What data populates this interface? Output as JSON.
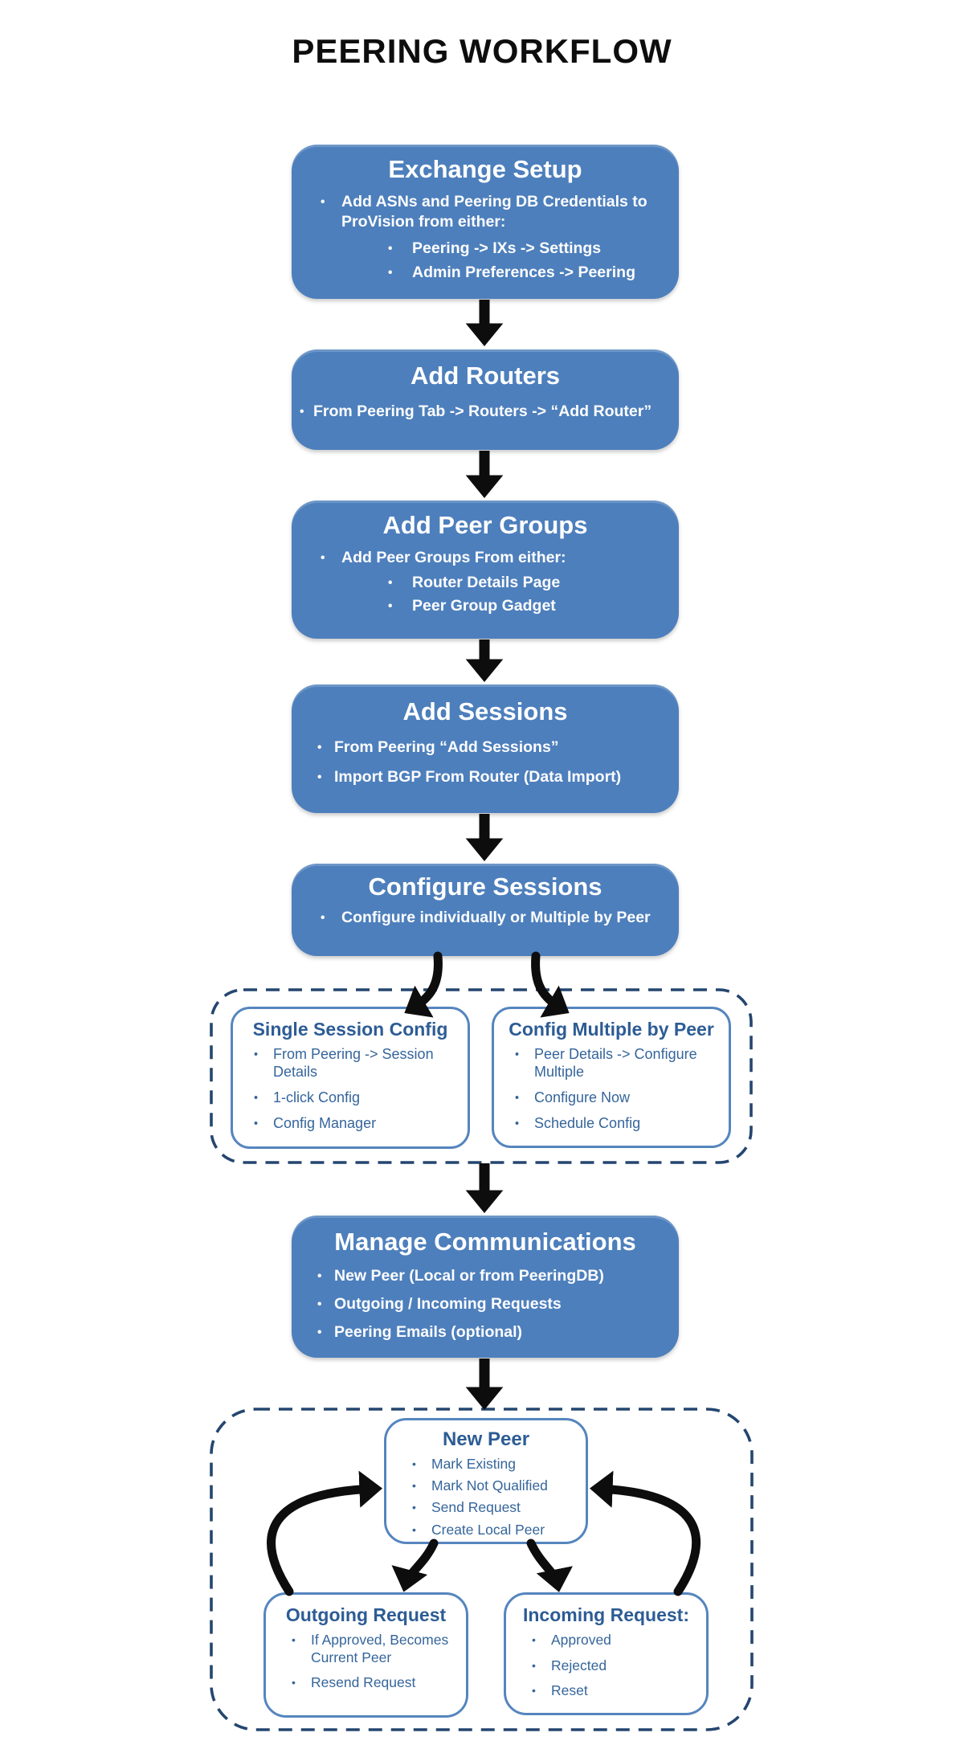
{
  "page": {
    "title": "PEERING WORKFLOW"
  },
  "flow": {
    "exchange_setup": {
      "title": "Exchange Setup",
      "bullet": "Add ASNs and Peering DB Credentials to ProVision from either:",
      "sub_bullets": [
        "Peering -> IXs -> Settings",
        "Admin Preferences -> Peering"
      ]
    },
    "add_routers": {
      "title": "Add Routers",
      "bullets": [
        "From Peering Tab -> Routers -> “Add Router”"
      ]
    },
    "add_peer_groups": {
      "title": "Add Peer Groups",
      "bullet": "Add Peer Groups From either:",
      "sub_bullets": [
        "Router Details Page",
        "Peer Group Gadget"
      ]
    },
    "add_sessions": {
      "title": "Add Sessions",
      "bullets": [
        "From Peering “Add Sessions”",
        "Import BGP From Router (Data Import)"
      ]
    },
    "configure_sessions": {
      "title": "Configure Sessions",
      "bullets": [
        "Configure individually or Multiple by Peer"
      ]
    },
    "manage_communications": {
      "title": "Manage Communications",
      "bullets": [
        "New Peer (Local or from PeeringDB)",
        "Outgoing / Incoming Requests",
        "Peering Emails (optional)"
      ]
    }
  },
  "session_config_group": {
    "single_session_config": {
      "title": "Single Session Config",
      "bullets": [
        "From Peering -> Session Details",
        "1-click Config",
        "Config Manager"
      ]
    },
    "config_multiple_by_peer": {
      "title": "Config Multiple by Peer",
      "bullets": [
        "Peer Details -> Configure Multiple",
        "Configure Now",
        "Schedule Config"
      ]
    }
  },
  "communications_group": {
    "new_peer": {
      "title": "New Peer",
      "bullets": [
        "Mark Existing",
        "Mark Not Qualified",
        "Send Request",
        "Create Local Peer"
      ]
    },
    "outgoing_request": {
      "title": "Outgoing Request",
      "bullets": [
        "If Approved, Becomes Current Peer",
        "Resend Request"
      ]
    },
    "incoming_request": {
      "title": "Incoming Request:",
      "bullets": [
        "Approved",
        "Rejected",
        "Reset"
      ]
    }
  },
  "colors": {
    "box_fill": "#4d7fbc",
    "outline_border": "#5585be",
    "heading_text": "#2d5c95",
    "bullet_text": "#35659b",
    "dashed_border": "#24466f",
    "arrow": "#0d0d0d",
    "title_text": "#0d0d0d"
  }
}
